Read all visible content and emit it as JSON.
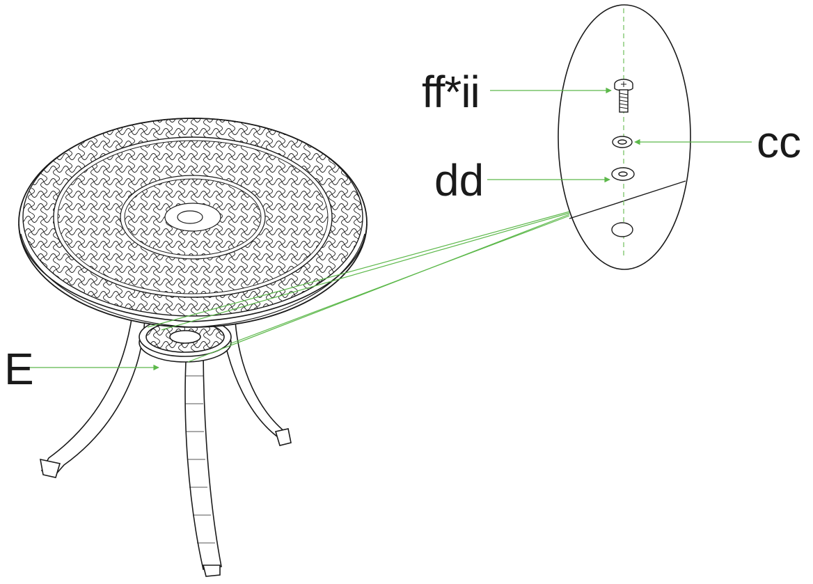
{
  "labels": {
    "bolt": "ff*ii",
    "washer_small": "cc",
    "washer_large": "dd",
    "center_ring": "E"
  },
  "colors": {
    "line": "#1a1a1a",
    "leader": "#5cb84a",
    "axis_dash": "#6fbf5a",
    "background": "#ffffff"
  }
}
